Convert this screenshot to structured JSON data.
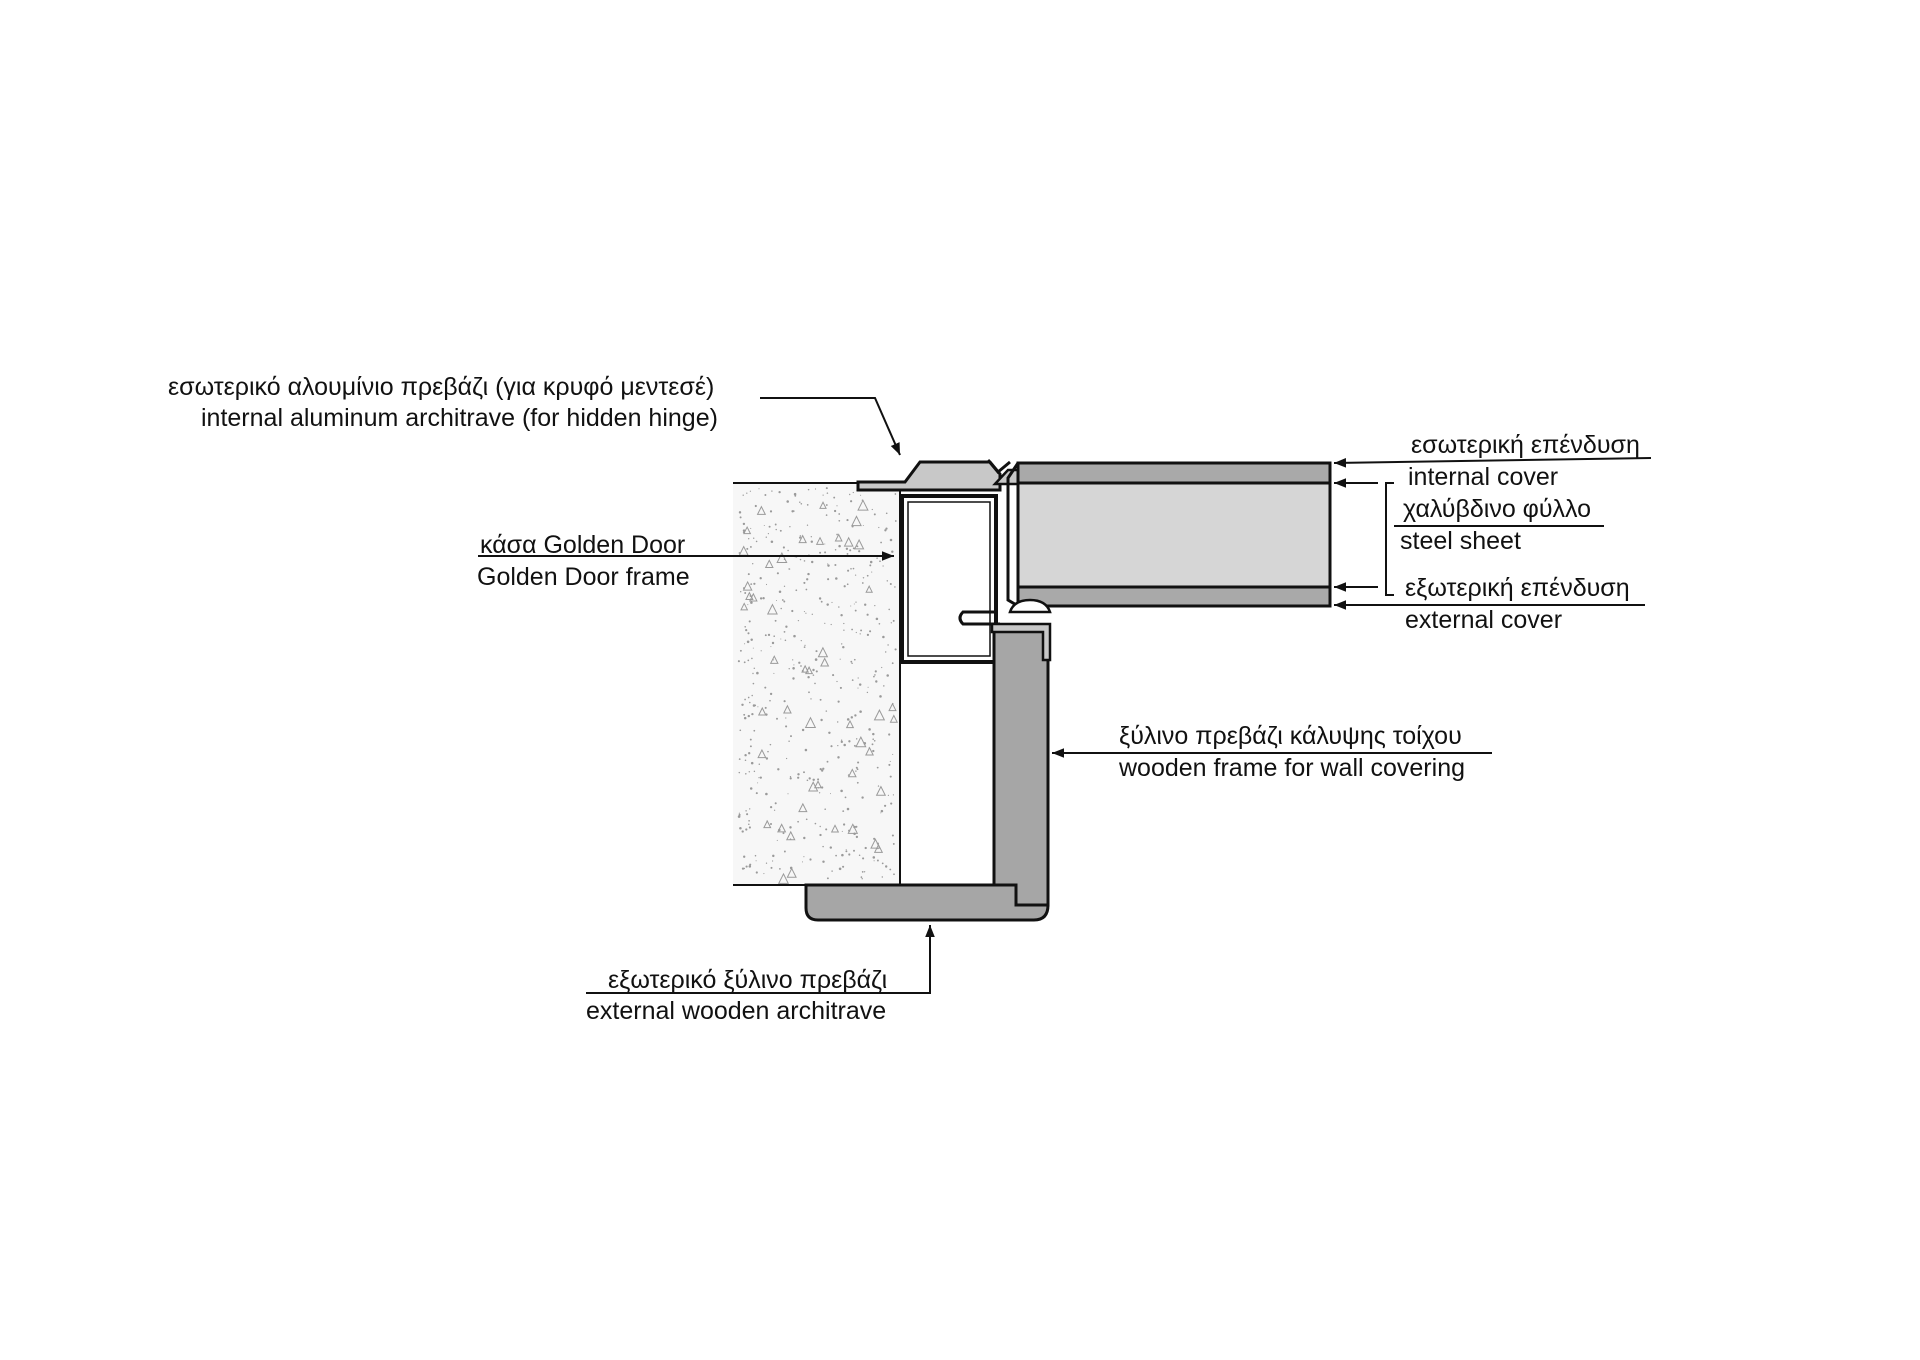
{
  "labels": {
    "internal_architrave_gr": "εσωτερικό αλουμίνιο πρεβάζι (για κρυφό μεντεσέ)",
    "internal_architrave_en": "internal aluminum architrave (for hidden hinge)",
    "frame_gr": "κάσα Golden Door",
    "frame_en": "Golden Door frame",
    "internal_cover_gr": "εσωτερική επένδυση",
    "internal_cover_en": "internal cover",
    "steel_sheet_gr": "χαλύβδινο φύλλο",
    "steel_sheet_en": "steel sheet",
    "external_cover_gr": "εξωτερική επένδυση",
    "external_cover_en": "external cover",
    "wooden_frame_gr": "ξύλινο πρεβάζι κάλυψης τοίχου",
    "wooden_frame_en": "wooden frame for wall covering",
    "external_architrave_gr": "εξωτερικό ξύλινο πρεβάζι",
    "external_architrave_en": "external wooden architrave"
  },
  "colors": {
    "line": "#111111",
    "wall_fill": "#f7f7f7",
    "wall_speckle": "#9a9a9a",
    "door_core": "#d6d6d6",
    "door_cover": "#a9a9a9",
    "wood": "#a6a6a6",
    "aluminum": "#c8c8c8"
  }
}
